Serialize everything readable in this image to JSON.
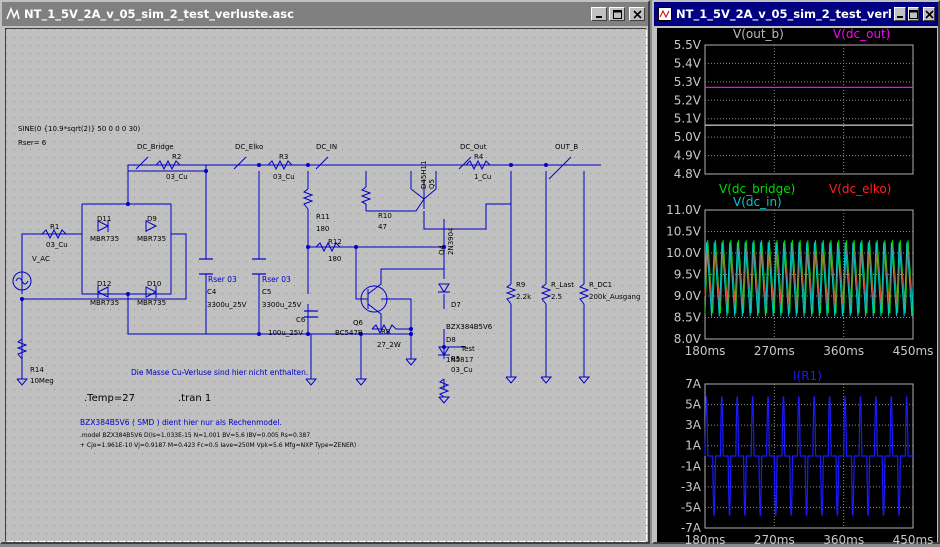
{
  "schematic_window": {
    "title": "NT_1_5V_2A_v_05_sim_2_test_verluste.asc",
    "labels": {
      "source": "SINE(0 {10.9*sqrt(2)} 50 0 0 0 30)",
      "rser": "Rser= 6",
      "dc_bridge": "DC_Bridge",
      "dc_elko": "DC_Elko",
      "dc_in": "DC_IN",
      "dc_out": "DC_Out",
      "out_b": "OUT_B",
      "test": "Test",
      "v_ac": "V_AC",
      "r1": "R1",
      "r1v": "03_Cu",
      "r2": "R2",
      "r2v": "03_Cu",
      "r3": "R3",
      "r3v": "03_Cu",
      "r4": "R4",
      "r4v": "1_Cu",
      "r5": "R5",
      "r5v": "03_Cu",
      "r8": "R8",
      "r8v": "27_2W",
      "r9": "R9",
      "r9v": "2.2k",
      "r10": "R10",
      "r10v": "47",
      "r11": "R11",
      "r11v": "180",
      "r12": "R12",
      "r12v": "180",
      "r14": "R14",
      "r14v": "10Meg",
      "rlast": "R_Last",
      "rlastv": "2.5",
      "rdc1": "R_DC1",
      "rdc1v": "200k_Ausgang",
      "d9": "D9",
      "d9v": "MBR735",
      "d10": "D10",
      "d10v": "MBR735",
      "d11": "D11",
      "d11v": "MBR735",
      "d12": "D12",
      "d12v": "MBR735",
      "d7": "D7",
      "d7v": "BZX384B5V6",
      "d8": "D8",
      "d8v": "1N5817",
      "c4": "C4",
      "c4v": "3300u_25V",
      "c4r": "Rser 03",
      "c5": "C5",
      "c5v": "3300u_25V",
      "c5r": "Rser 03",
      "c6": "C6",
      "c6v": "100u_25V",
      "q5": "Q5",
      "q5v": "D45H11",
      "q4": "Q4",
      "q4v": "2N3904",
      "q6": "Q6",
      "q6v": "BC547B",
      "note_cu": "Die Masse Cu-Verluse sind hier nicht enthalten.",
      "temp": ".Temp=27",
      "tran": ".tran 1",
      "zener_note": "BZX384B5V6 ( SMD ) dient hier nur als Rechenmodel.",
      "model_line1": ".model BZX384B5V6 D(Is=1.033E-15 N=1.001 BV=5.6 IBV=0.005 Rs=0.387",
      "model_line2": "+ Cjo=1.961E-10 Vj=0.9187 M=0.423 Fc=0.5 Iave=250M Vpk=5.6 Mfg=NXP Type=ZENER)"
    }
  },
  "waveform_window": {
    "title": "NT_1_5V_2A_v_05_sim_2_test_verl"
  },
  "colors": {
    "wire": "#0000c8",
    "out_b": "#bbbbbb",
    "dc_out": "#ff00ff",
    "dc_bridge": "#00dd00",
    "dc_elko": "#ff2020",
    "dc_in": "#00c8c8",
    "ir1": "#1a1aff"
  },
  "chart_data": [
    {
      "type": "line",
      "title": "",
      "xlabel": "",
      "ylabel": "",
      "ylim": [
        4.8,
        5.5
      ],
      "yticks": [
        "5.5V",
        "5.4V",
        "5.3V",
        "5.2V",
        "5.1V",
        "5.0V",
        "4.9V",
        "4.8V"
      ],
      "grid": true,
      "series": [
        {
          "name": "V(out_b)",
          "color": "#bbbbbb",
          "values": [
            5.065,
            5.065
          ]
        },
        {
          "name": "V(dc_out)",
          "color": "#ff00ff",
          "values": [
            5.27,
            5.27
          ]
        }
      ]
    },
    {
      "type": "line",
      "title": "",
      "xlabel": "",
      "ylabel": "",
      "xlim": [
        180,
        450
      ],
      "ylim": [
        8.0,
        11.0
      ],
      "xticks": [
        "180ms",
        "270ms",
        "360ms",
        "450ms"
      ],
      "yticks": [
        "11.0V",
        "10.5V",
        "10.0V",
        "9.5V",
        "9.0V",
        "8.5V",
        "8.0V"
      ],
      "grid": true,
      "period_ms": 10,
      "series": [
        {
          "name": "V(dc_bridge)",
          "color": "#00dd00",
          "min": 8.6,
          "max": 10.3
        },
        {
          "name": "V(dc_elko)",
          "color": "#ff2020",
          "min": 8.7,
          "max": 10.2
        },
        {
          "name": "V(dc_in)",
          "color": "#00c8c8",
          "min": 8.5,
          "max": 10.3
        }
      ]
    },
    {
      "type": "line",
      "title": "",
      "xlabel": "",
      "ylabel": "",
      "xlim": [
        180,
        450
      ],
      "ylim": [
        -7,
        7
      ],
      "xticks": [
        "180ms",
        "270ms",
        "360ms",
        "450ms"
      ],
      "yticks": [
        "7A",
        "5A",
        "3A",
        "1A",
        "-1A",
        "-3A",
        "-5A",
        "-7A"
      ],
      "grid": true,
      "period_ms": 20,
      "series": [
        {
          "name": "I(R1)",
          "color": "#1a1aff",
          "min": -5.8,
          "max": 5.8
        }
      ]
    }
  ]
}
